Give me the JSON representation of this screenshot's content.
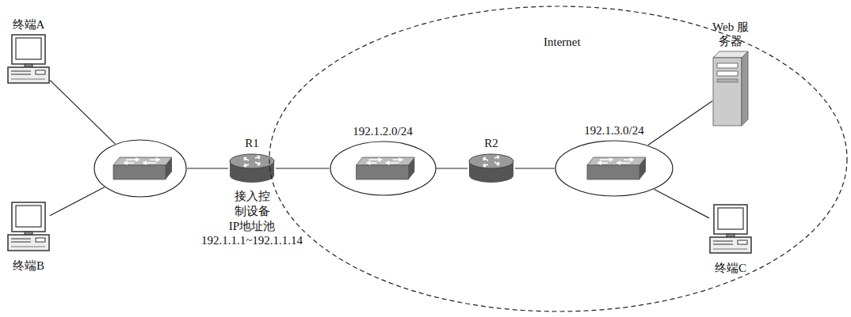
{
  "diagram": {
    "nodes": [
      {
        "text": [
          "终端A"
        ]
      },
      {
        "text": [
          "终端B"
        ]
      },
      {
        "text": []
      },
      {
        "text": [
          "R1",
          "接入控 制设备",
          "IP地址池",
          "192.1.1.1~192.1.1.14"
        ]
      },
      {
        "text": [
          "Internet"
        ]
      },
      {
        "text": [
          "192.1.2.0/24"
        ],
        "in": 4
      },
      {
        "text": [
          "R2"
        ],
        "in": 4
      },
      {
        "text": [
          "Web 服务器"
        ],
        "in": 4
      },
      {
        "text": [
          "192.1.3.0/24"
        ],
        "in": 4
      },
      {
        "text": [
          "终端C"
        ],
        "in": 4
      }
    ],
    "edges": [
      {
        "from": 0,
        "to": 2,
        "arrow": "none"
      },
      {
        "from": 1,
        "to": 2,
        "arrow": "none"
      },
      {
        "from": 2,
        "to": 3,
        "arrow": "none"
      },
      {
        "from": 3,
        "to": 5,
        "arrow": "none"
      },
      {
        "from": 5,
        "to": 6,
        "arrow": "none"
      },
      {
        "from": 6,
        "to": 8,
        "arrow": "none"
      },
      {
        "from": 8,
        "to": 7,
        "arrow": "none"
      },
      {
        "from": 8,
        "to": 9,
        "arrow": "none"
      }
    ]
  }
}
